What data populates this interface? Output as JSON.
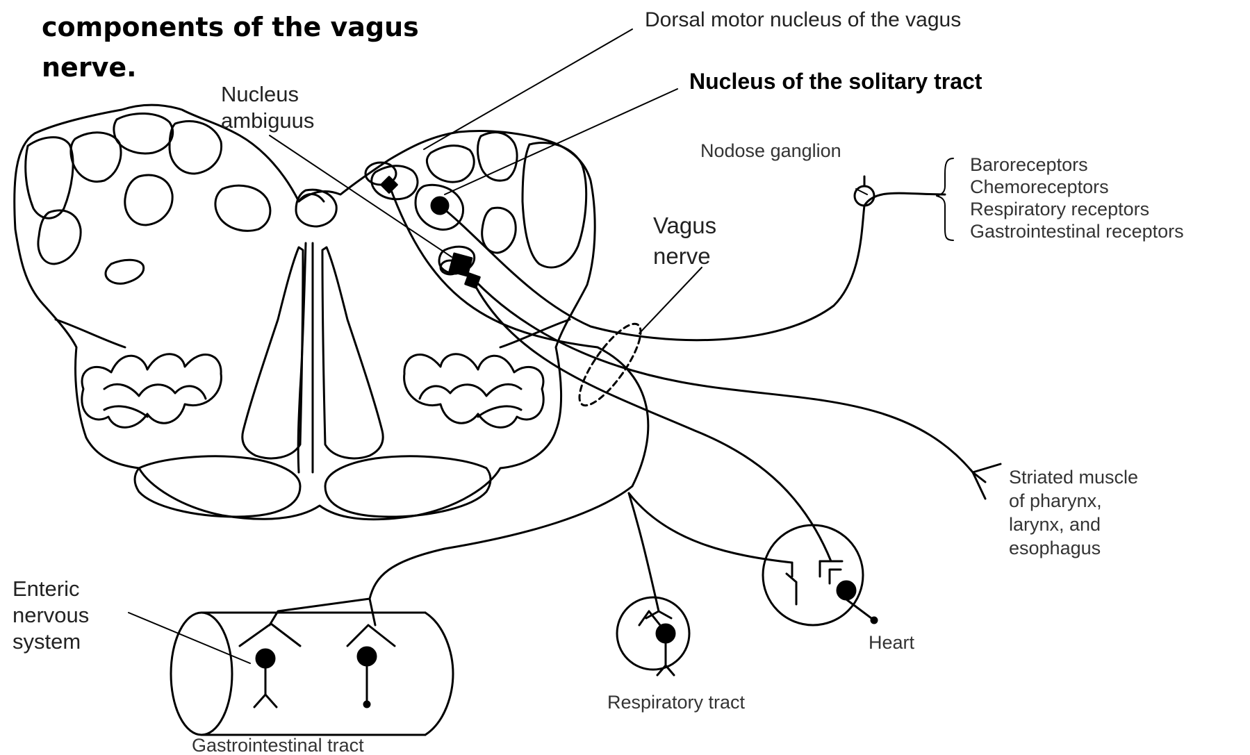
{
  "title": {
    "line1": "components of the vagus",
    "line2": "nerve."
  },
  "labels": {
    "dorsal_motor": "Dorsal motor nucleus of the vagus",
    "solitary": "Nucleus of the solitary tract",
    "ambiguus_1": "Nucleus",
    "ambiguus_2": "ambiguus",
    "nodose": "Nodose ganglion",
    "vagus_1": "Vagus",
    "vagus_2": "nerve",
    "receptors": [
      "Baroreceptors",
      "Chemoreceptors",
      "Respiratory receptors",
      "Gastrointestinal receptors"
    ],
    "striated": [
      "Striated muscle",
      "of pharynx,",
      "larynx, and",
      "esophagus"
    ],
    "enteric": [
      "Enteric",
      "nervous",
      "system"
    ],
    "heart": "Heart",
    "respiratory": "Respiratory tract",
    "gi": "Gastrointestinal tract"
  }
}
